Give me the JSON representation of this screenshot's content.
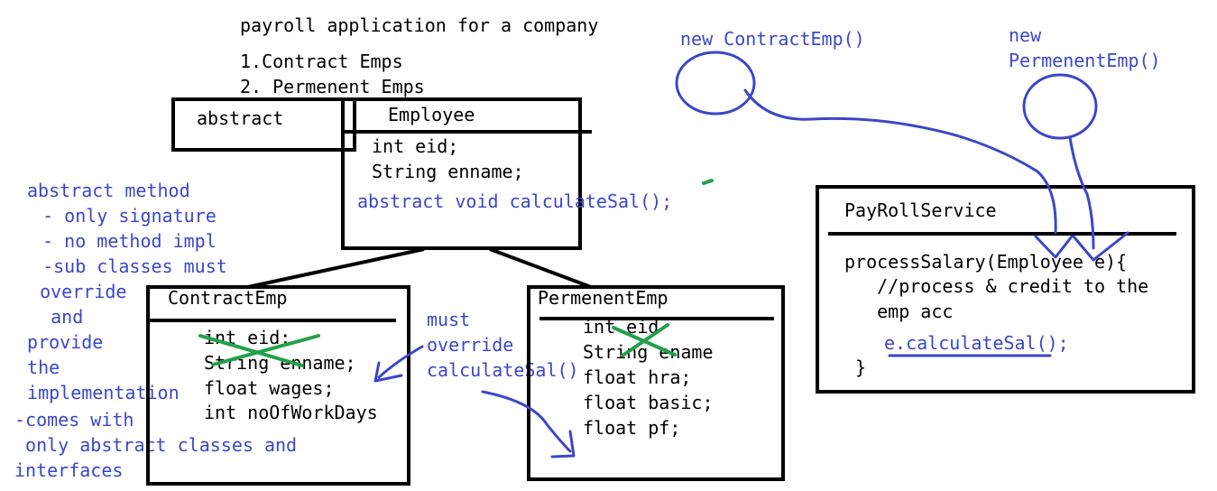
{
  "heading": {
    "title": "payroll application for a company",
    "item1": "1.Contract Emps",
    "item2": "2. Permenent Emps"
  },
  "abstract_box": {
    "label": "abstract"
  },
  "employee": {
    "name": "Employee",
    "field1": "int eid;",
    "field2": "String enname;",
    "method": "abstract void calculateSal();"
  },
  "notes": {
    "lines": [
      "abstract method",
      "  - only signature",
      "  - no method impl",
      "  -sub classes must",
      "  override",
      "   and",
      " provide",
      " the",
      " implementation",
      "-comes with",
      " only abstract classes and",
      "interfaces"
    ]
  },
  "contract_emp": {
    "name": "ContractEmp",
    "fields": [
      "int eid;",
      "String enname;",
      "float wages;",
      "int noOfWorkDays"
    ]
  },
  "override_note": {
    "line1": "must",
    "line2": "override",
    "line3": "calculateSal()"
  },
  "permanent_emp": {
    "name": "PermenentEmp",
    "fields": [
      "int eid",
      "String ename",
      "float hra;",
      "float basic;",
      "float pf;"
    ]
  },
  "new_contract": {
    "label": "new ContractEmp()"
  },
  "new_permanent": {
    "line1": "new",
    "line2": "PermenentEmp()"
  },
  "payroll_service": {
    "name": "PayRollService",
    "line1": "processSalary(Employee e){",
    "line2": "   //process & credit to the",
    "line3": "   emp acc",
    "line4": "e.calculateSal();",
    "line5": " }"
  },
  "colors": {
    "ink": "#000000",
    "pen_blue": "#3c46c8",
    "pen_green": "#22a04a"
  }
}
